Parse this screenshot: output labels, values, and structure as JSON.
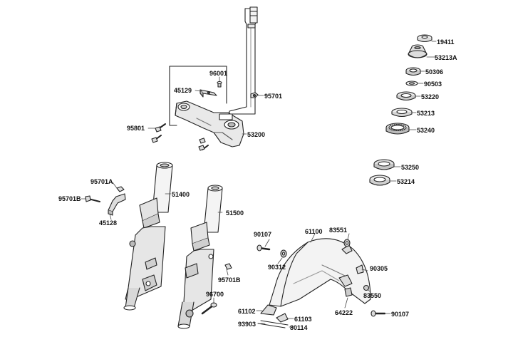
{
  "diagram": {
    "parts": {
      "p19411": "19411",
      "p53213a": "53213A",
      "p50306": "50306",
      "p90503": "90503",
      "p53220": "53220",
      "p53213": "53213",
      "p53240": "53240",
      "p53250": "53250",
      "p53214": "53214",
      "p96001": "96001",
      "p45129": "45129",
      "p95701": "95701",
      "p95801": "95801",
      "p53200": "53200",
      "p95701a": "95701A",
      "p95701b": "95701B",
      "p45128": "45128",
      "p51400": "51400",
      "p51500": "51500",
      "p95701b_2": "95701B",
      "p96700": "96700",
      "p90107": "90107",
      "p61100": "61100",
      "p83551": "83551",
      "p90312": "90312",
      "p90305": "90305",
      "p83550": "83550",
      "p64222": "64222",
      "p90107_2": "90107",
      "p61102": "61102",
      "p61103": "61103",
      "p93903": "93903",
      "p80114": "80114"
    }
  }
}
